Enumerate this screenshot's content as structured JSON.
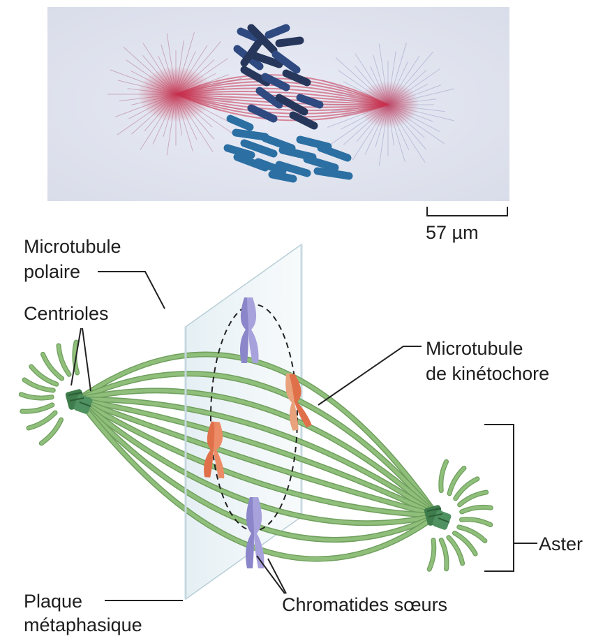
{
  "micrograph": {
    "scale_bar_label": "57 µm"
  },
  "labels": {
    "polar_microtubule_line1": "Microtubule",
    "polar_microtubule_line2": "polaire",
    "centrioles": "Centrioles",
    "kinetochore_microtubule_line1": "Microtubule",
    "kinetochore_microtubule_line2": "de kinétochore",
    "aster": "Aster",
    "metaphase_plate_line1": "Plaque",
    "metaphase_plate_line2": "métaphasique",
    "sister_chromatids": "Chromatides sœurs"
  },
  "colors": {
    "microtubule": "#8fbf7a",
    "centriole": "#3f7d4c",
    "chromosome_purple": "#8b86c9",
    "chromosome_orange": "#e0704a",
    "spindle_red": "#c8324f",
    "chromosome_blue": "#2b6fa3"
  }
}
